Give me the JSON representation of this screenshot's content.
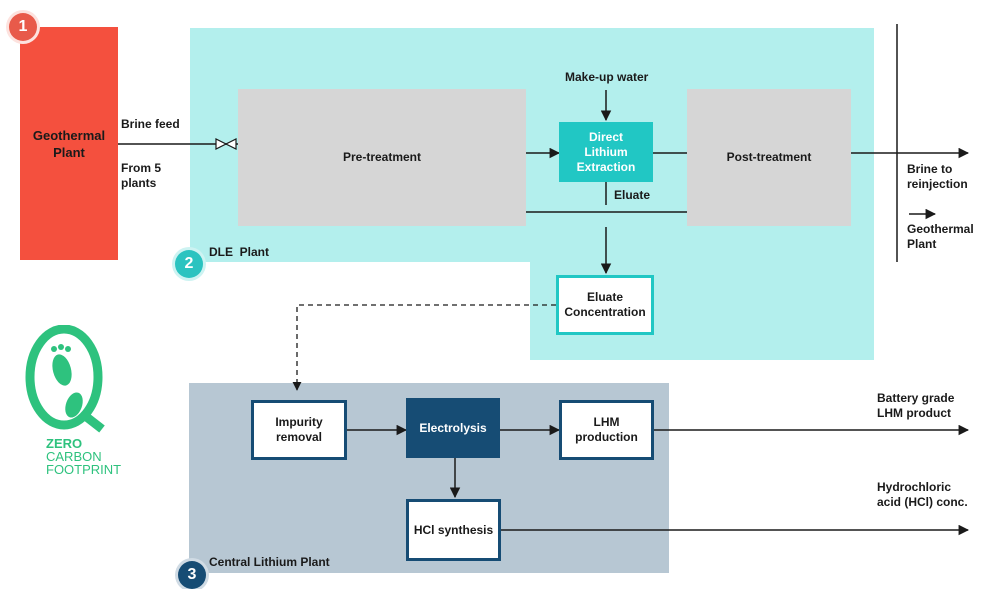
{
  "colors": {
    "geothermal": "#f4503e",
    "dle_zone": "#b3efed",
    "dle_box": "#21c7c4",
    "grey_box": "#d6d6d6",
    "central_zone": "#b7c7d3",
    "navy": "#164c74",
    "badge1": "#e85a4a",
    "badge2": "#2bc3c0",
    "badge3": "#164c74",
    "logo_green": "#2ec27e"
  },
  "badges": {
    "one": "1",
    "two": "2",
    "three": "3"
  },
  "zones": {
    "dle_label": "DLE  Plant",
    "central_label": "Central Lithium Plant"
  },
  "boxes": {
    "geothermal": "Geothermal Plant",
    "pretreatment": "Pre-treatment",
    "dle": "Direct Lithium Extraction",
    "posttreatment": "Post-treatment",
    "eluate_conc": "Eluate Concentration",
    "impurity": "Impurity removal",
    "electrolysis": "Electrolysis",
    "lhm": "LHM production",
    "hcl": "HCl synthesis"
  },
  "labels": {
    "brine_feed": "Brine feed",
    "from_plants": "From 5 plants",
    "makeup_water": "Make-up water",
    "eluate": "Eluate",
    "brine_reinjection": "Brine to reinjection",
    "geothermal_out": "Geothermal Plant",
    "battery_grade": "Battery grade LHM product",
    "hcl_out": "Hydrochloric acid (HCl) conc."
  },
  "logo": {
    "digit": "0",
    "line1": "ZERO",
    "line2": "CARBON",
    "line3": "FOOTPRINT"
  }
}
